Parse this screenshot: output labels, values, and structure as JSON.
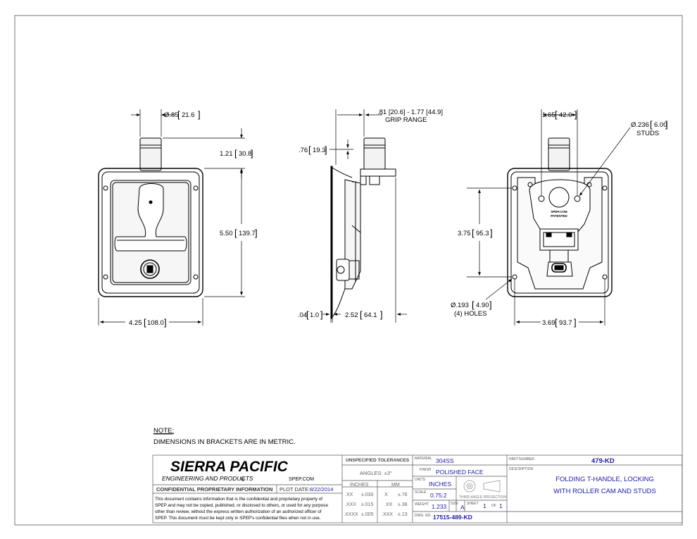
{
  "views": {
    "front": {
      "dims": {
        "stem_dia": "Ø.85",
        "stem_dia_mm": "21.6",
        "stem_height": "1.21",
        "stem_height_mm": "30.8",
        "overall_height": "5.50",
        "overall_height_mm": "139.7",
        "overall_width": "4.25",
        "overall_width_mm": "108.0"
      }
    },
    "side": {
      "dims": {
        "grip_range": ".81 [20.6] - 1.77 [44.9]",
        "grip_label": "GRIP RANGE",
        "stem_offset": ".76",
        "stem_offset_mm": "19.3",
        "flange": ".04",
        "flange_mm": "1.0",
        "depth": "2.52",
        "depth_mm": "64.1"
      }
    },
    "back": {
      "dims": {
        "stud_spacing": "1.65",
        "stud_spacing_mm": "42.0",
        "stud_dia": "Ø.236",
        "stud_dia_mm": "6.00",
        "stud_label": "STUDS",
        "hole_spacing": "3.75",
        "hole_spacing_mm": "95.3",
        "hole_dia": "Ø.193",
        "hole_dia_mm": "4.90",
        "hole_label": "(4) HOLES",
        "back_width": "3.69",
        "back_width_mm": "93.7"
      },
      "cam_text_1": "SPEP.COM",
      "cam_text_2": "PATENTED"
    }
  },
  "note": {
    "heading": "NOTE:",
    "text": "DIMENSIONS IN BRACKETS ARE IN METRIC."
  },
  "title_block": {
    "company_name": "SIERRA PACIFIC",
    "company_sub": "ENGINEERING AND PRODUCTS",
    "registered": "®",
    "website": "SPEP.COM",
    "confidential_heading": "CONFIDENTIAL PROPRIETARY INFORMATION",
    "plot_date_label": "PLOT DATE:",
    "plot_date": "8/22/2014",
    "confidential_text": [
      "This document contains information that is the confidential and proprietary property of",
      "SPEP and may not be copied, published, or disclosed to others, or used for any purpose",
      "other than review, without the express written authorization of an authorized officer of",
      "SPEP. This document must be kept only in SPEP's confidential files when not in use."
    ],
    "tolerances_heading": "UNSPECIFIED TOLERANCES",
    "angles": "ANGLES: ±3°",
    "inches_label": "INCHES",
    "mm_label": "MM",
    "tolerance_rows": [
      {
        "in_fmt": ".XX",
        "in_val": "±.030",
        "mm_fmt": "X",
        "mm_val": "±.76"
      },
      {
        "in_fmt": ".XXX",
        "in_val": "±.015",
        "mm_fmt": ".XX",
        "mm_val": "±.38"
      },
      {
        "in_fmt": ".XXXX",
        "in_val": "±.005",
        "mm_fmt": ".XXX",
        "mm_val": "±.13"
      }
    ],
    "material_label": "MATERIAL",
    "material": "304SS",
    "finish_label": "FINISH",
    "finish": "POLISHED FACE",
    "units_label": "UNITS",
    "units": "INCHES",
    "projection_label": "THIRD ANGLE PROJECTION",
    "scale_label": "SCALE",
    "scale": "0.75:2",
    "weight_label": "WEIGHT",
    "weight": "1.233",
    "size_label": "SIZE",
    "size": "A",
    "sheet_label": "SHEET",
    "sheet": "1",
    "of_label": "OF",
    "sheet_total": "1",
    "dwg_no_label": "DWG. NO.",
    "dwg_no": "17515-489-KD",
    "part_number_label": "PART NUMBER",
    "part_number": "479-KD",
    "description_label": "DESCRIPTION",
    "description_line1": "FOLDING T-HANDLE, LOCKING",
    "description_line2": "WITH ROLLER CAM AND STUDS"
  }
}
